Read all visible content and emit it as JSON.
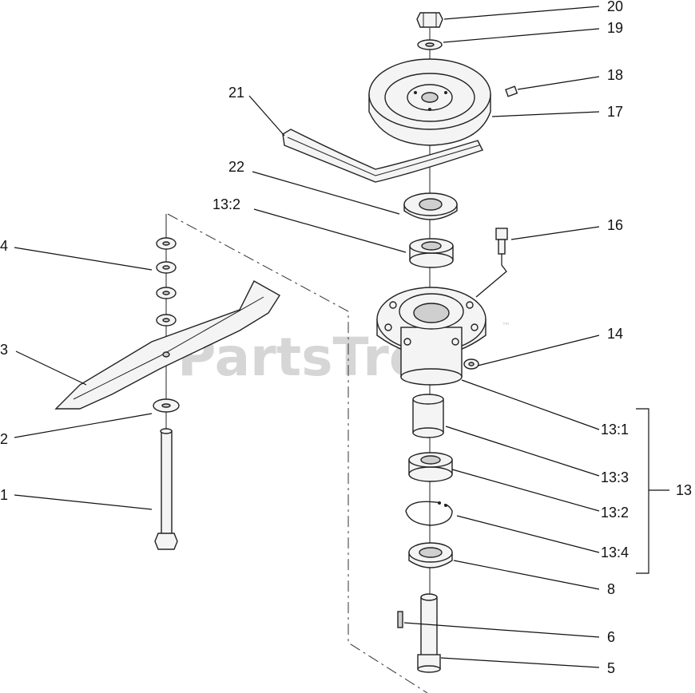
{
  "watermark": {
    "text": "PartsTree",
    "tm": "™"
  },
  "callouts": {
    "c20": "20",
    "c19": "19",
    "c18": "18",
    "c17": "17",
    "c21": "21",
    "c22": "22",
    "c13_2_top": "13:2",
    "c16": "16",
    "c4": "4",
    "c14": "14",
    "c3": "3",
    "c13_1": "13:1",
    "c2": "2",
    "c13_3": "13:3",
    "c13": "13",
    "c1": "1",
    "c13_2": "13:2",
    "c13_4": "13:4",
    "c8": "8",
    "c6": "6",
    "c5": "5"
  }
}
